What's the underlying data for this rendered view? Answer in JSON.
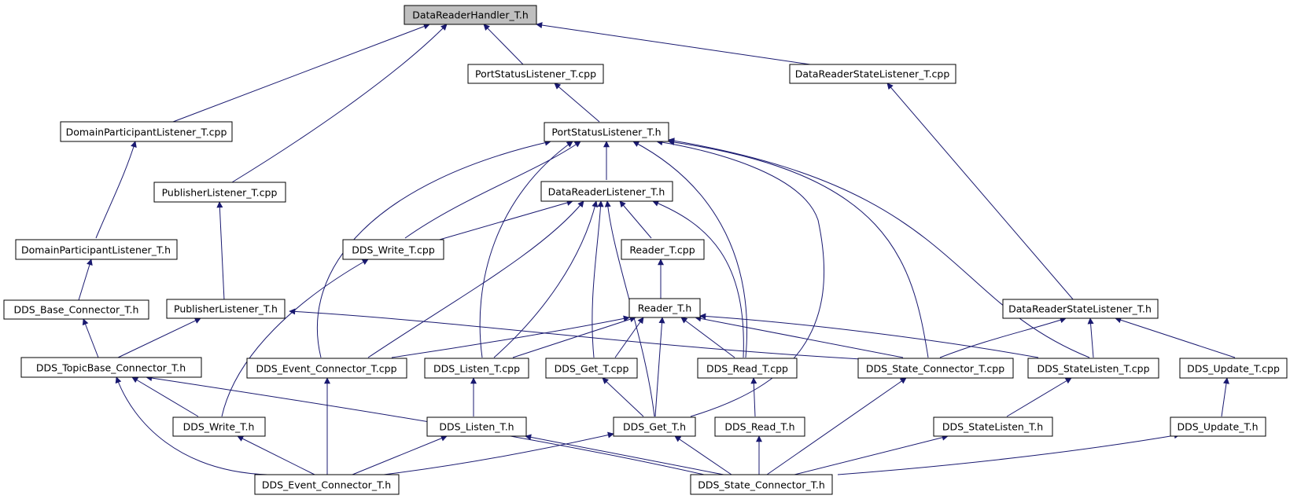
{
  "root_file": "DataReaderHandler_T.h",
  "files": {
    "data_reader_handler_h": "DataReaderHandler_T.h",
    "port_status_listener_cpp": "PortStatusListener_T.cpp",
    "data_reader_state_listener_cpp": "DataReaderStateListener_T.cpp",
    "domain_participant_listener_cpp": "DomainParticipantListener_T.cpp",
    "port_status_listener_h": "PortStatusListener_T.h",
    "publisher_listener_cpp": "PublisherListener_T.cpp",
    "data_reader_listener_h": "DataReaderListener_T.h",
    "domain_participant_listener_h": "DomainParticipantListener_T.h",
    "dds_write_cpp": "DDS_Write_T.cpp",
    "reader_cpp": "Reader_T.cpp",
    "dds_base_connector_h": "DDS_Base_Connector_T.h",
    "publisher_listener_h": "PublisherListener_T.h",
    "reader_h": "Reader_T.h",
    "data_reader_state_listener_h": "DataReaderStateListener_T.h",
    "dds_topicbase_connector_h": "DDS_TopicBase_Connector_T.h",
    "dds_event_connector_cpp": "DDS_Event_Connector_T.cpp",
    "dds_listen_cpp": "DDS_Listen_T.cpp",
    "dds_get_cpp": "DDS_Get_T.cpp",
    "dds_read_cpp": "DDS_Read_T.cpp",
    "dds_state_connector_cpp": "DDS_State_Connector_T.cpp",
    "dds_statelisten_cpp": "DDS_StateListen_T.cpp",
    "dds_update_cpp": "DDS_Update_T.cpp",
    "dds_write_h": "DDS_Write_T.h",
    "dds_listen_h": "DDS_Listen_T.h",
    "dds_get_h": "DDS_Get_T.h",
    "dds_read_h": "DDS_Read_T.h",
    "dds_statelisten_h": "DDS_StateListen_T.h",
    "dds_update_h": "DDS_Update_T.h",
    "dds_event_connector_h": "DDS_Event_Connector_T.h",
    "dds_state_connector_h": "DDS_State_Connector_T.h"
  },
  "colors": {
    "edge": "#191970",
    "root_fill": "#bfbfbf",
    "node_fill": "#ffffff",
    "node_border": "#000000"
  }
}
